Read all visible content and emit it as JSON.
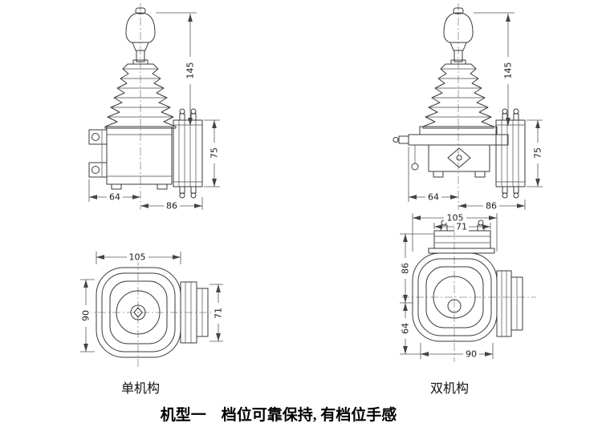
{
  "figure": {
    "caption": "机型一　档位可靠保持, 有档位手感",
    "label_single": "单机构",
    "label_double": "双机构"
  },
  "dims": {
    "side_single": {
      "overall_height": "145",
      "block_height": "75",
      "left_span": "64",
      "right_span": "86"
    },
    "side_double": {
      "overall_height": "145",
      "block_height": "75",
      "left_span": "64",
      "right_span": "86"
    },
    "top_single": {
      "width": "105",
      "left_height": "90",
      "right_height": "71"
    },
    "top_double": {
      "outer_width": "105",
      "inner_width": "71",
      "upper_height": "86",
      "lower_height": "64",
      "bottom_width": "90"
    }
  }
}
